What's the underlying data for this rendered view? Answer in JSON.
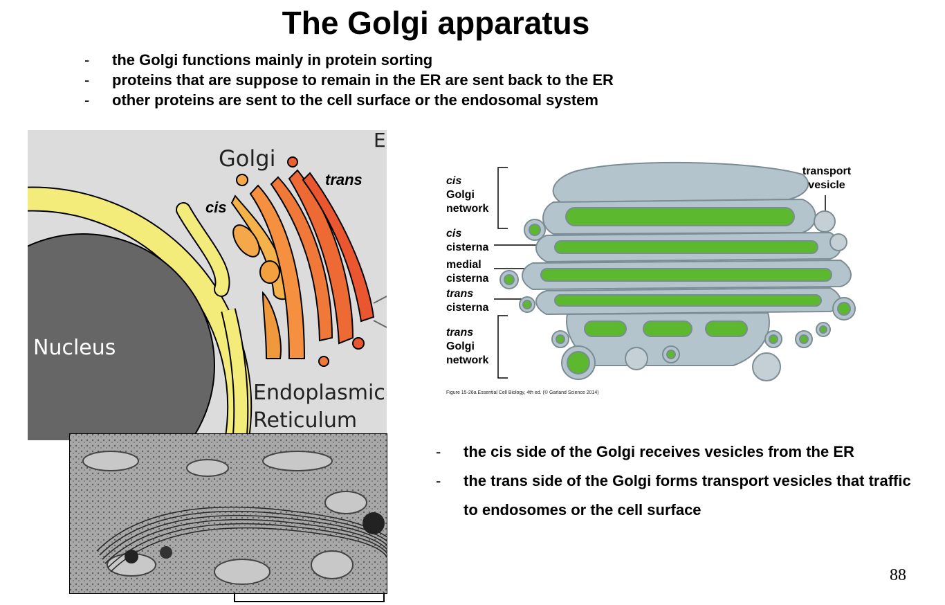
{
  "title": "The Golgi apparatus",
  "top_bullets": [
    "the Golgi functions mainly in protein sorting",
    "proteins that are suppose to remain in the ER are sent back to the ER",
    "other proteins are sent to the cell surface or the endosomal system"
  ],
  "left_diagram": {
    "golgi_label": "Golgi",
    "cis_label": "cis",
    "trans_label": "trans",
    "nucleus_label": "Nucleus",
    "er_label_line1": "Endoplasmic",
    "er_label_line2": "Reticulum",
    "corner_label": "E"
  },
  "right_diagram": {
    "labels": {
      "cis_golgi_network": [
        "cis",
        "Golgi",
        "network"
      ],
      "cis_cisterna": [
        "cis",
        "cisterna"
      ],
      "medial_cisterna": [
        "medial",
        "cisterna"
      ],
      "trans_cisterna": [
        "trans",
        "cisterna"
      ],
      "trans_golgi_network": [
        "trans",
        "Golgi",
        "network"
      ],
      "transport_vesicle": [
        "transport",
        "vesicle"
      ]
    },
    "caption": "Figure 15-26a Essential Cell Biology, 4th ed. (© Garland Science 2014)"
  },
  "bottom_bullets": [
    "the cis side of the Golgi receives vesicles from the ER",
    "the trans side of the Golgi forms transport vesicles that traffic to endosomes or the cell surface"
  ],
  "page_number": "88",
  "colors": {
    "nucleus": "#666666",
    "er_yellow": "#f4ec7a",
    "diagram_bg": "#dcdcdc",
    "cisterna_green": "#5cb82e",
    "membrane_gray": "#b4c4cc"
  }
}
